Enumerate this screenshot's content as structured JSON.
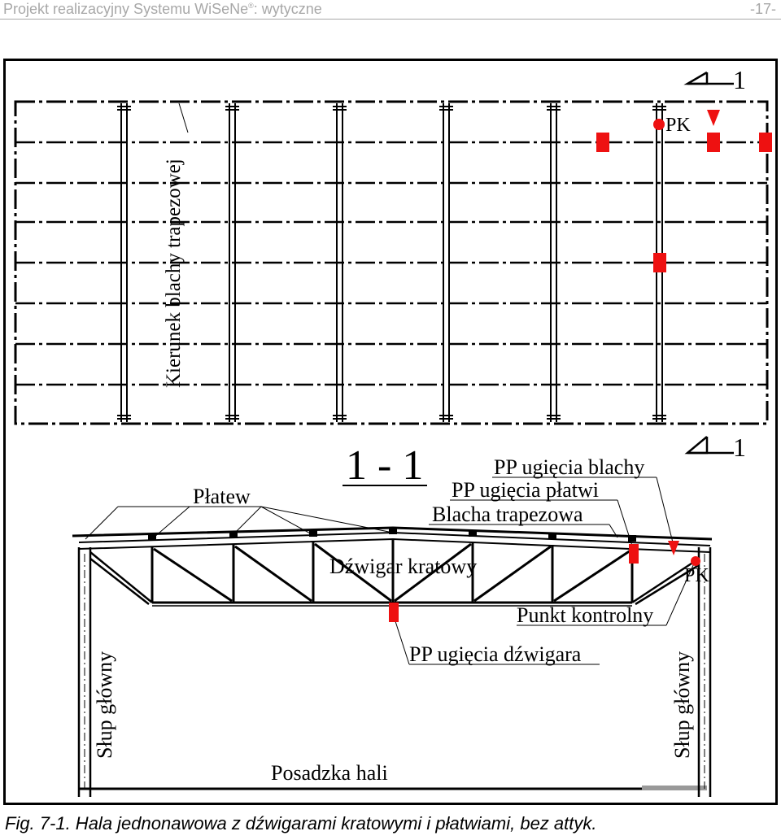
{
  "header": {
    "title": "Projekt realizacyjny Systemu WiSeNe",
    "title_mark": "®",
    "title_suffix": ": wytyczne",
    "page_number": "-17-"
  },
  "plan": {
    "direction_label": "Kierunek blachy trapezowej",
    "pk_label": "PK",
    "section_mark": "1"
  },
  "section": {
    "title": "1 - 1",
    "labels": {
      "purlin": "Płatew",
      "pp_sheet": "PP ugięcia blachy",
      "pp_purlin": "PP ugięcia płatwi",
      "trapezoid_sheet": "Blacha trapezowa",
      "truss": "Dźwigar kratowy",
      "pk": "PK",
      "control_point": "Punkt kontrolny",
      "pp_truss": "PP ugięcia dźwigara",
      "column_left": "Słup główny",
      "column_right": "Słup główny",
      "floor": "Posadzka hali"
    }
  },
  "caption": "Fig. 7-1. Hala jednonawowa z dźwigarami kratowymi i płatwiami, bez attyk.",
  "colors": {
    "marker": "#ee1111",
    "header_text": "#a8a8a8"
  }
}
